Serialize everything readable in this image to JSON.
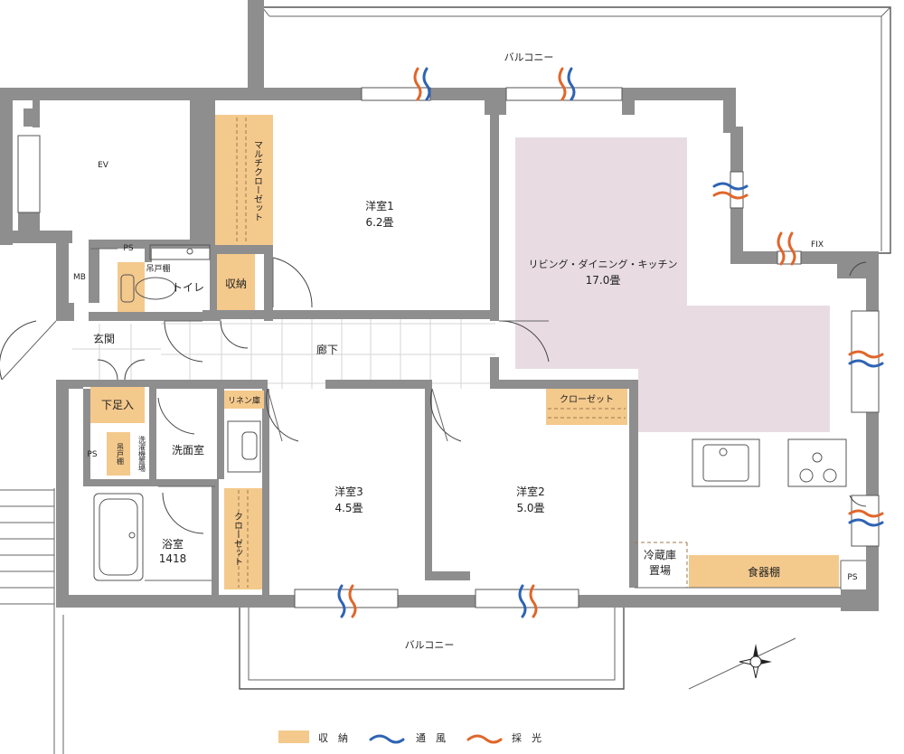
{
  "rooms": {
    "balcony_top": "バルコニー",
    "balcony_bottom": "バルコニー",
    "ev": "EV",
    "ps_top": "PS",
    "ps_left": "PS",
    "ps_right": "PS",
    "mb": "MB",
    "multi_closet": "マルチクローゼット",
    "room1_name": "洋室1",
    "room1_size": "6.2畳",
    "ldk_name": "リビング・ダイニング・キッチン",
    "ldk_size": "17.0畳",
    "fix": "FIX",
    "toilet": "トイレ",
    "hanging_shelf": "吊戸棚",
    "storage": "収納",
    "genkan": "玄関",
    "corridor": "廊下",
    "shoe_storage": "下足入",
    "linen": "リネン庫",
    "senmenshitsu": "洗面室",
    "hanging_shelf_small": "吊戸棚",
    "washer": "洗濯機置場",
    "bath_name": "浴室",
    "bath_size": "1418",
    "closet_room3": "クローゼット",
    "room3_name": "洋室3",
    "room3_size": "4.5畳",
    "closet_room2": "クローゼット",
    "room2_name": "洋室2",
    "room2_size": "5.0畳",
    "fridge_line1": "冷蔵庫",
    "fridge_line2": "置場",
    "cupboard": "食器棚"
  },
  "legend": {
    "storage_label": "収　納",
    "ventilation_label": "通　風",
    "daylight_label": "採　光",
    "storage_color": "#f4c98c",
    "ventilation_color": "#2f63b3",
    "daylight_color": "#e0662b"
  },
  "colors": {
    "wall": "#8e8e8e",
    "ldk_fill": "#e8dce2"
  }
}
